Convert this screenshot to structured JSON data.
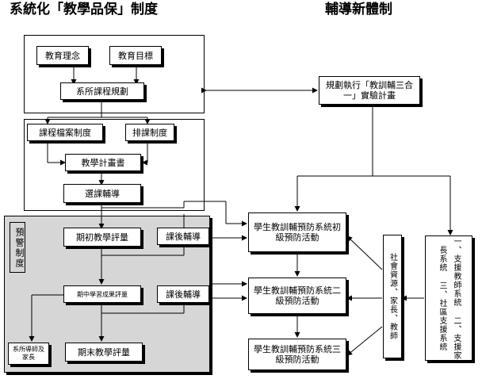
{
  "titles": {
    "left": "系統化「教學品保」制度",
    "right": "輔導新體制"
  },
  "boxes": {
    "edu_philosophy": "教育理念",
    "edu_goals": "教育目標",
    "curriculum_planning": "系所課程規劃",
    "course_syllabus": "課程檔案制度",
    "scheduling": "排課制度",
    "teaching_plan": "教學計畫書",
    "course_advising": "選課輔導",
    "warning_system": "預警制度",
    "initial_eval": "期初教學評量",
    "afterclass_tutoring_1": "課後輔導",
    "midterm_warning": "期中學習成果評量",
    "afterclass_tutoring_2": "課後輔導",
    "dept_mentor_parents": "系所導師及家長",
    "final_eval": "期末教學評量",
    "pilot_plan": "規劃執行「教訓輔三合一」實驗計畫",
    "primary_prevention": "學生教訓輔預防系統初級預防活動",
    "secondary_prevention": "學生教訓輔預防系統二級預防活動",
    "tertiary_prevention": "學生教訓輔預防系統三級預防活動",
    "community_resources": "社會資源、家長、教師",
    "support_systems": "一、支援教師系統 二、支援家長系統 三、社區支援系統"
  }
}
